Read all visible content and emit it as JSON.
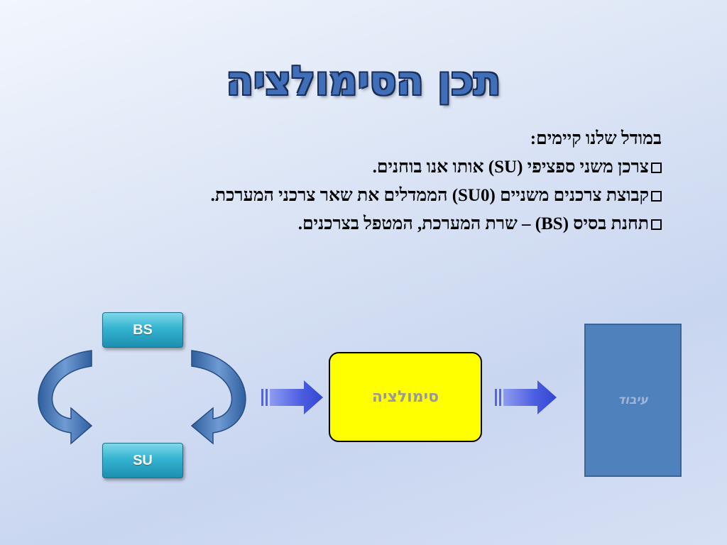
{
  "slide": {
    "title": "תכן הסימולציה",
    "intro": "במודל שלנו קיימים:",
    "bullets": [
      "צרכן משני ספציפי (SU) אותו אנו בוחנים.",
      "קבוצת צרכנים משניים (SU0) הממדלים את שאר צרכני המערכת.",
      "תחנת בסיס (BS) – שרת המערכת, המטפל בצרכנים."
    ]
  },
  "diagram": {
    "bs_label": "BS",
    "su_label": "SU",
    "simulation_label": "סימולציה",
    "processing_label": "עיבוד"
  },
  "colors": {
    "title": "#3f6fb8",
    "teal_box": "#33b4d0",
    "curved_arrow": "#4a78b8",
    "block_arrow": "#5566dd",
    "simulation_box": "#ffff00",
    "processing_box": "#4f81bd"
  }
}
